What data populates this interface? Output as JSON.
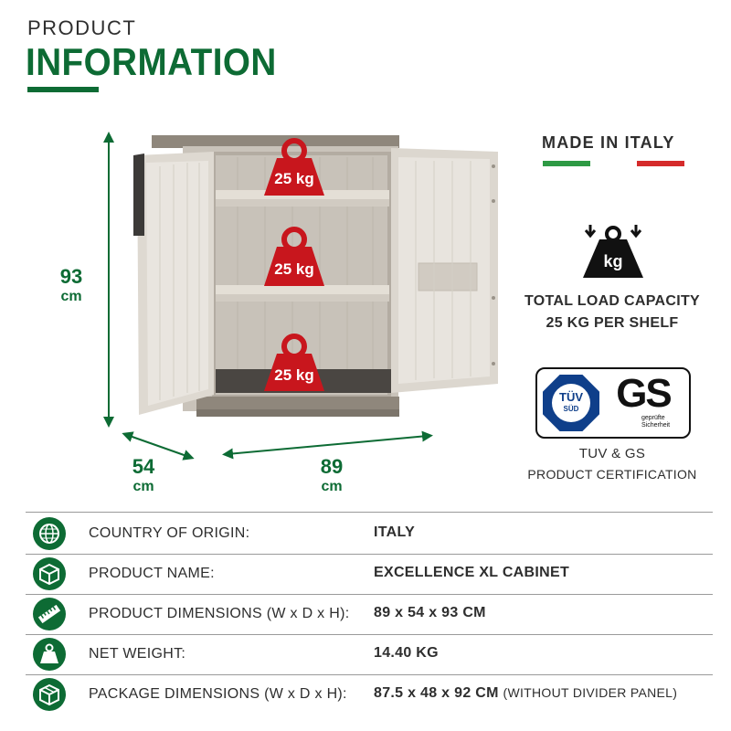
{
  "header": {
    "kicker": "PRODUCT",
    "title": "INFORMATION"
  },
  "dimensions": {
    "height": {
      "value": "93",
      "unit": "cm"
    },
    "depth": {
      "value": "54",
      "unit": "cm"
    },
    "width": {
      "value": "89",
      "unit": "cm"
    }
  },
  "weights": [
    {
      "label": "25 kg"
    },
    {
      "label": "25 kg"
    },
    {
      "label": "25 kg"
    }
  ],
  "origin_badge": {
    "text": "MADE IN ITALY",
    "colors": [
      "#2e9a44",
      "#ffffff",
      "#d52b2b"
    ]
  },
  "load": {
    "icon_label": "kg",
    "line1": "TOTAL LOAD CAPACITY",
    "line2": "25 KG PER SHELF"
  },
  "cert": {
    "tuv_label": "TÜV",
    "tuv_sub": "SÜD",
    "gs_label": "GS",
    "gs_sub1": "geprüfte",
    "gs_sub2": "Sicherheit",
    "line1": "TUV & GS",
    "line2": "PRODUCT CERTIFICATION"
  },
  "specs": [
    {
      "icon": "globe-icon",
      "label": "COUNTRY OF ORIGIN:",
      "value": "ITALY",
      "note": ""
    },
    {
      "icon": "box-icon",
      "label": "PRODUCT NAME:",
      "value": "EXCELLENCE XL CABINET",
      "note": ""
    },
    {
      "icon": "ruler-icon",
      "label": "PRODUCT DIMENSIONS (W x D x H):",
      "value": "89 x 54 x 93 CM",
      "note": ""
    },
    {
      "icon": "weight-icon",
      "label": "NET WEIGHT:",
      "value": "14.40 KG",
      "note": ""
    },
    {
      "icon": "package-icon",
      "label": "PACKAGE DIMENSIONS (W x D x H):",
      "value": "87.5 x 48 x 92 CM",
      "note": "(WITHOUT DIVIDER PANEL)"
    }
  ],
  "colors": {
    "brand_green": "#0d6b34",
    "weight_red": "#c8161d"
  }
}
